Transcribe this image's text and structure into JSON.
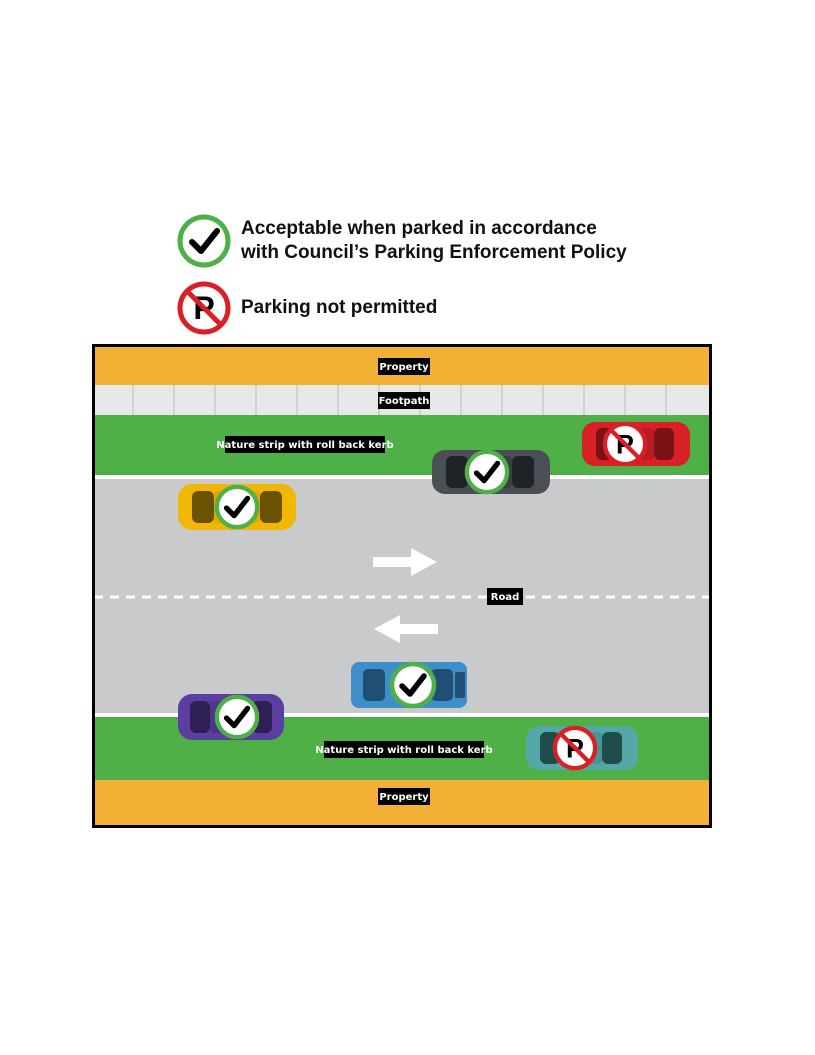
{
  "legend": {
    "acceptable": {
      "line1": "Acceptable when parked in accordance",
      "line2": "with Council’s Parking Enforcement Policy",
      "icon": "check-circle-icon"
    },
    "not_permitted": {
      "text": "Parking not permitted",
      "icon": "no-parking-icon"
    }
  },
  "labels": {
    "property_top": "Property",
    "footpath": "Footpath",
    "nature_strip_top": "Nature strip with roll back kerb",
    "road": "Road",
    "nature_strip_bottom": "Nature strip with roll back kerb",
    "property_bottom": "Property"
  },
  "colors": {
    "property": "#f2b134",
    "footpath": "#e7e8e9",
    "nature_strip": "#4fb048",
    "road": "#c9cacc",
    "acceptable": "#4fb048",
    "not_permitted": "#d92027",
    "label_bg": "#000000"
  },
  "cars": [
    {
      "id": "dark-grey",
      "color": "#4a4f55",
      "status": "acceptable"
    },
    {
      "id": "red",
      "color": "#d92027",
      "status": "not_permitted"
    },
    {
      "id": "yellow",
      "color": "#f2b705",
      "status": "acceptable"
    },
    {
      "id": "blue",
      "color": "#3e8fc7",
      "status": "acceptable"
    },
    {
      "id": "purple",
      "color": "#5b3fa0",
      "status": "acceptable"
    },
    {
      "id": "teal",
      "color": "#55a7a5",
      "status": "not_permitted"
    }
  ]
}
